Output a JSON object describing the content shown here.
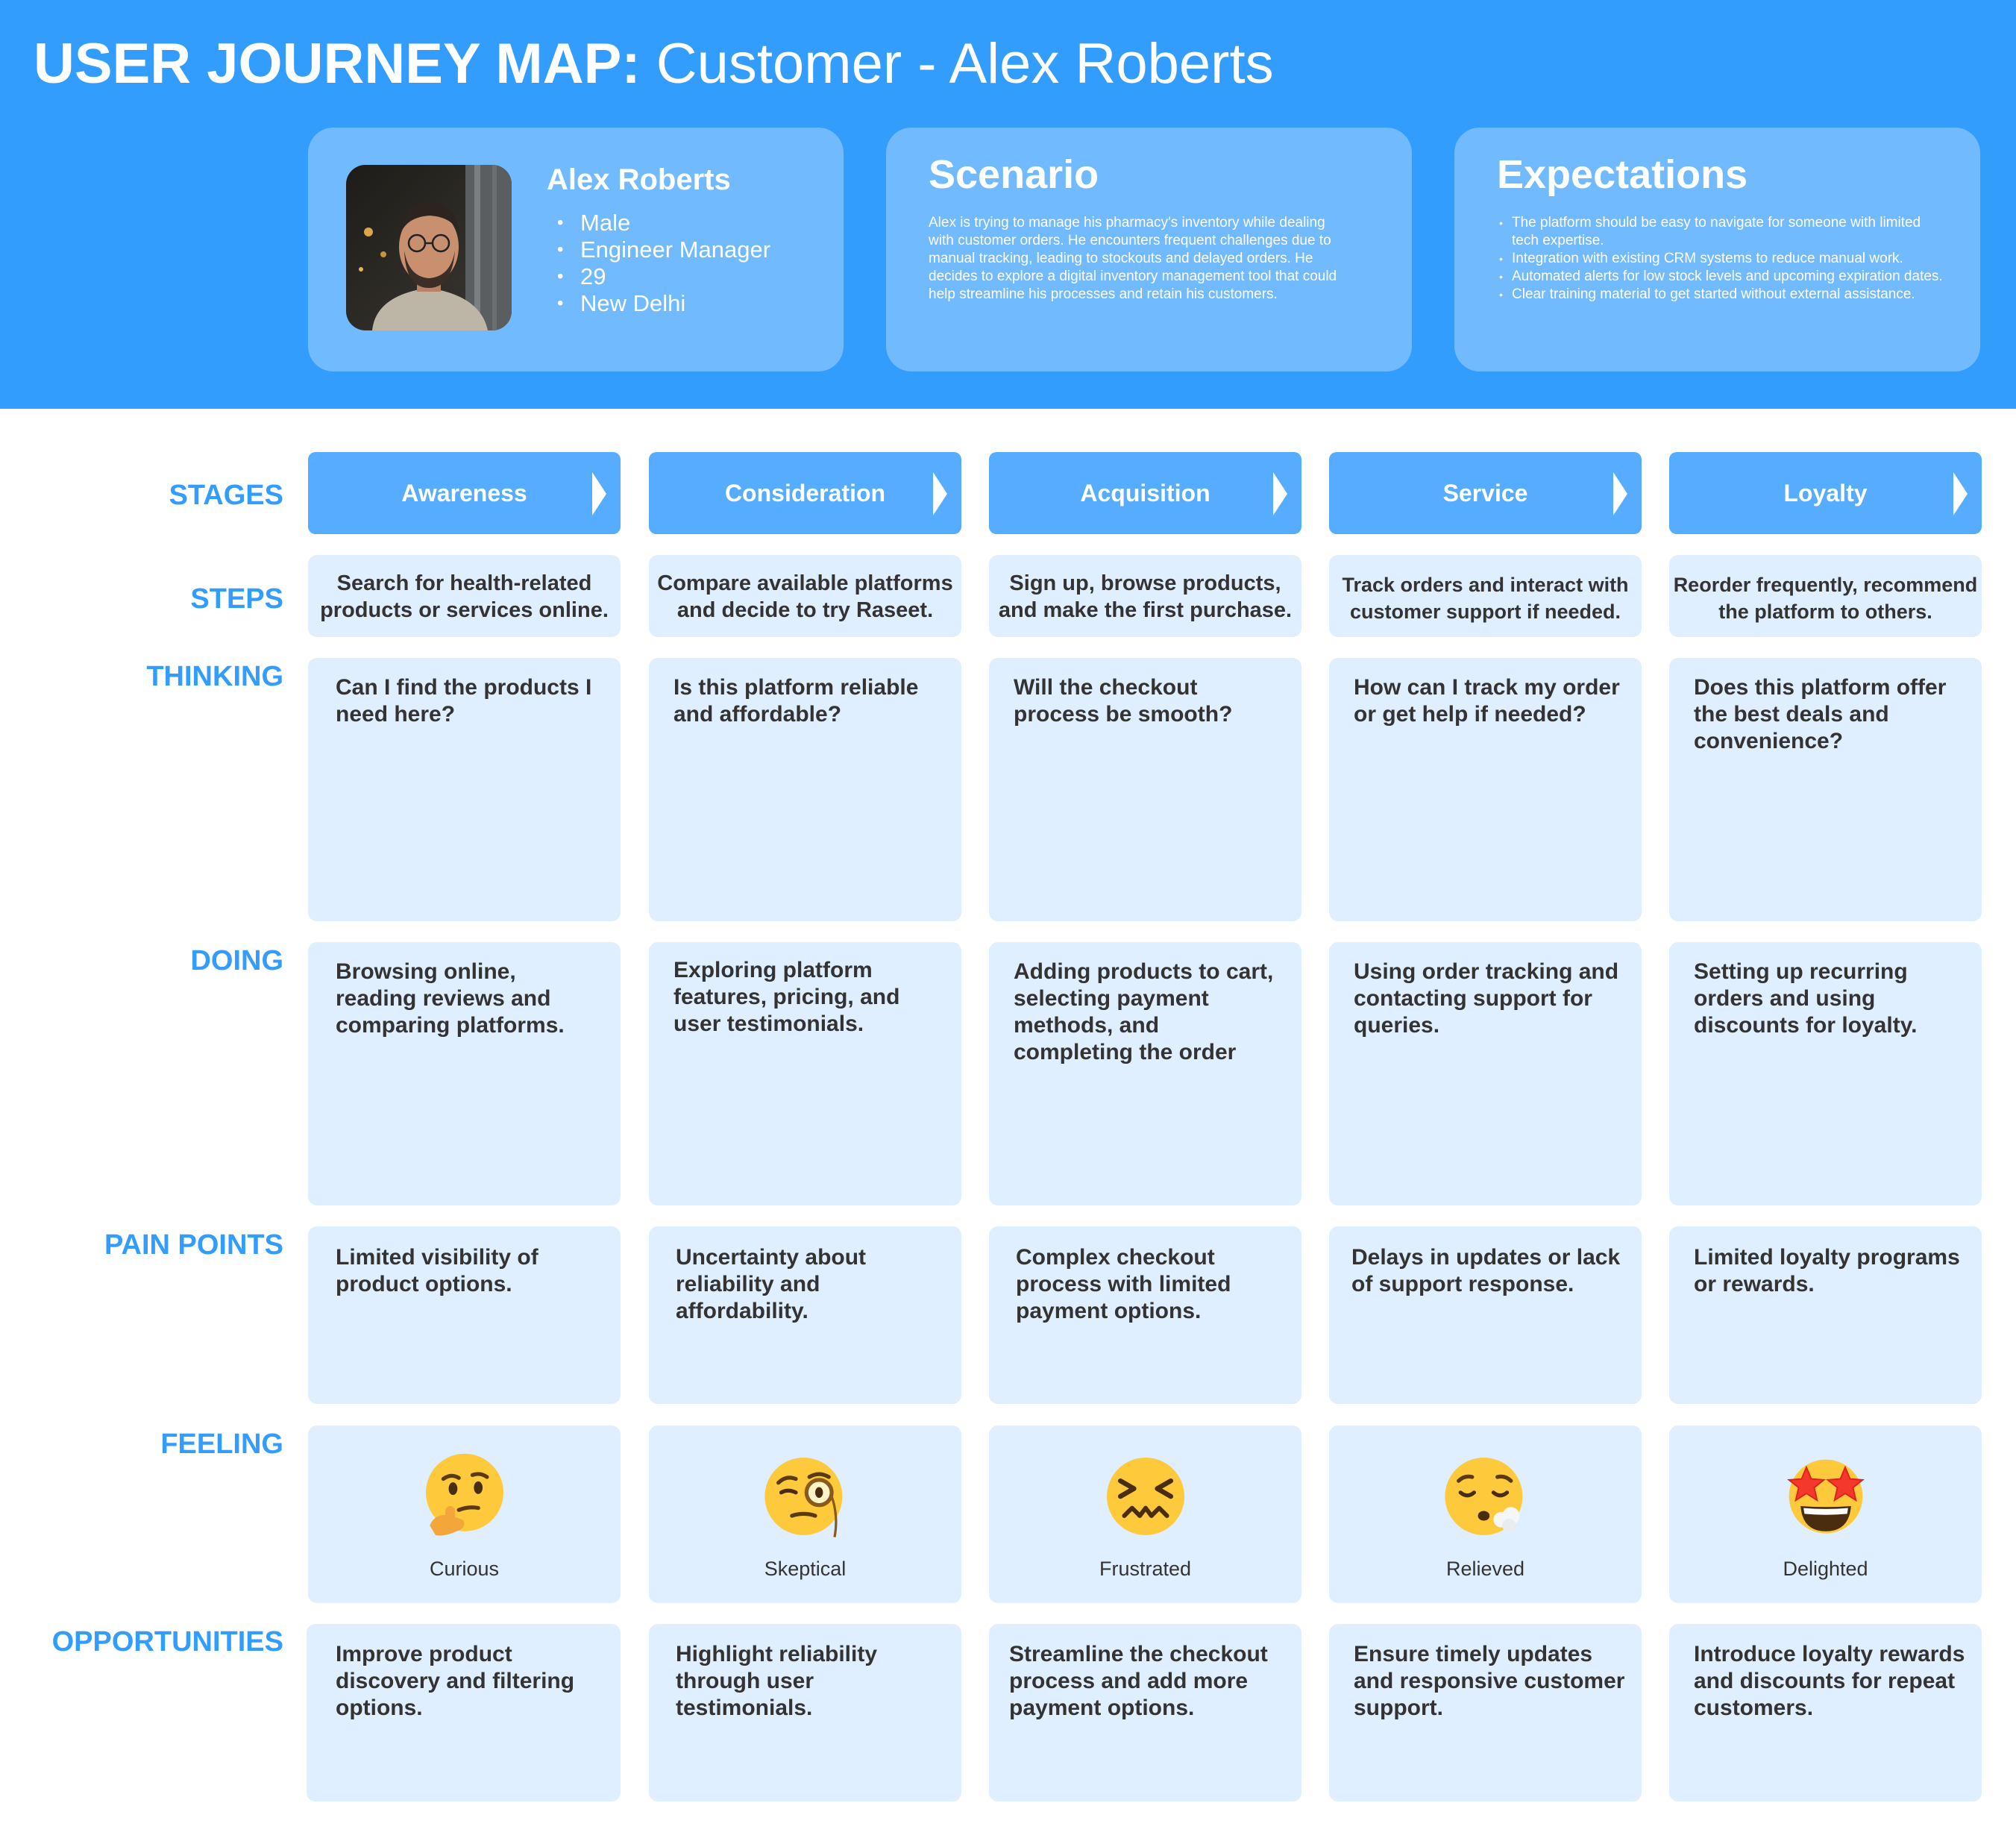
{
  "header": {
    "title_strong": "USER JOURNEY MAP:",
    "title_light": " Customer - Alex Roberts"
  },
  "persona": {
    "name": "Alex Roberts",
    "details": [
      "Male",
      "Engineer Manager",
      "29",
      "New Delhi"
    ]
  },
  "scenario": {
    "heading": "Scenario",
    "text": "Alex is trying to manage his pharmacy's inventory while dealing with customer orders. He encounters frequent challenges due to manual tracking, leading to stockouts and delayed orders. He decides to explore a digital inventory management tool that could help streamline his processes and retain his customers."
  },
  "expectations": {
    "heading": "Expectations",
    "items": [
      "The platform should be easy to navigate for someone with limited tech expertise.",
      "Integration with existing CRM systems to reduce manual work.",
      "Automated alerts for low stock levels and upcoming expiration dates.",
      "Clear training material to get started without external assistance."
    ]
  },
  "row_labels": {
    "stages": "STAGES",
    "steps": "STEPS",
    "thinking": "THINKING",
    "doing": "DOING",
    "pain_points": "PAIN POINTS",
    "feeling": "FEELING",
    "opportunities": "OPPORTUNITIES"
  },
  "stages": [
    {
      "name": "Awareness",
      "step": "Search for health-related products or services online.",
      "thinking": "Can I find the products I need here?",
      "doing": "Browsing online, reading reviews and comparing platforms.",
      "pain": "Limited visibility of product options.",
      "feeling": "Curious",
      "feeling_icon": "thinking-face-icon",
      "opportunity": "Improve product discovery and filtering options."
    },
    {
      "name": "Consideration",
      "step": "Compare available platforms and decide to try Raseet.",
      "thinking": "Is this platform reliable and affordable?",
      "doing": "Exploring platform features, pricing, and user testimonials.",
      "pain": "Uncertainty about reliability and affordability.",
      "feeling": "Skeptical",
      "feeling_icon": "monocle-face-icon",
      "opportunity": "Highlight reliability through user testimonials."
    },
    {
      "name": "Acquisition",
      "step": "Sign up, browse products, and make the first purchase.",
      "thinking": "Will the checkout process be smooth?",
      "doing": "Adding products to cart, selecting payment methods, and completing the order",
      "pain": "Complex checkout process with limited payment options.",
      "feeling": "Frustrated",
      "feeling_icon": "confounded-face-icon",
      "opportunity": "Streamline the checkout process and add more payment options."
    },
    {
      "name": "Service",
      "step": "Track orders and interact with customer support if needed.",
      "thinking": "How can I track my order or get help if needed?",
      "doing": "Using order tracking and contacting support for queries.",
      "pain": "Delays in updates or lack of support response.",
      "feeling": "Relieved",
      "feeling_icon": "relieved-sigh-face-icon",
      "opportunity": "Ensure timely updates and responsive customer support."
    },
    {
      "name": "Loyalty",
      "step": "Reorder frequently, recommend the platform to others.",
      "thinking": "Does this platform offer the best deals and convenience?",
      "doing": "Setting up recurring orders and using discounts for loyalty.",
      "pain": "Limited loyalty programs or rewards.",
      "feeling": "Delighted",
      "feeling_icon": "star-struck-face-icon",
      "opportunity": "Introduce loyalty rewards and discounts for repeat customers."
    }
  ],
  "colors": {
    "header_bg": "#339dfe",
    "panel_bg": "#72bafe",
    "stage_bg": "#56acfe",
    "cell_bg": "#dfefff",
    "label_blue": "#339dfe",
    "cell_text": "#333333"
  }
}
